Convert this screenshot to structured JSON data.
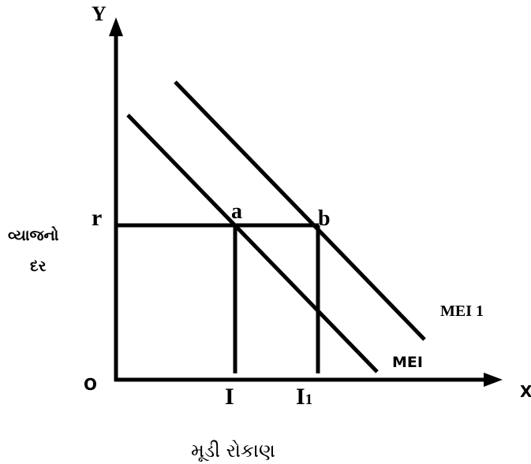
{
  "diagram": {
    "axis_y_letter": "Y",
    "axis_x_letter": "X",
    "origin_label": "O",
    "rate_label": "r",
    "y_axis_title_line1": "વ્યાજનો",
    "y_axis_title_line2": "દર",
    "x_axis_title": "મૂડી રોકાણ",
    "point_a_label": "a",
    "point_b_label": "b",
    "investment_label": "I",
    "investment1_label": "I",
    "investment1_subscript": "1",
    "curve_mei_label": "MEI",
    "curve_mei1_label": "MEI 1"
  }
}
